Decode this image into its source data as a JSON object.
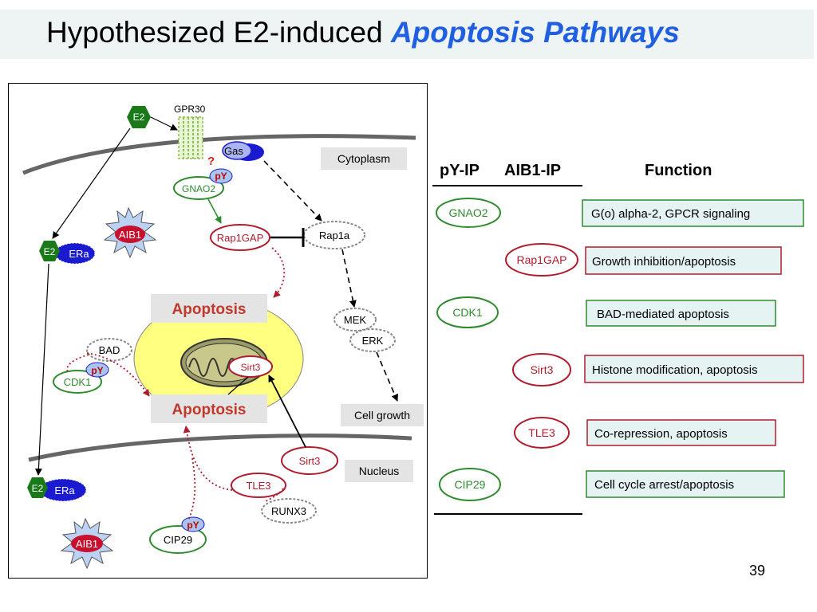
{
  "slide": {
    "title_plain": "Hypothesized E2-induced ",
    "title_emphasis": "Apoptosis Pathways",
    "page_number": "39"
  },
  "diagram": {
    "e2": "E2",
    "gpr30": "GPR30",
    "gas": "Gas",
    "question_mark": "?",
    "py": "pY",
    "gnao2": "GNAO2",
    "rap1gap": "Rap1GAP",
    "rap1a": "Rap1a",
    "aib1": "AIB1",
    "era": "ERa",
    "apoptosis": "Apoptosis",
    "mek": "MEK",
    "erk": "ERK",
    "bad": "BAD",
    "cdk1": "CDK1",
    "sirt3": "Sirt3",
    "cytoplasm": "Cytoplasm",
    "cell_growth": "Cell growth",
    "nucleus": "Nucleus",
    "tle3": "TLE3",
    "runx3": "RUNX3",
    "cip29": "CIP29"
  },
  "table": {
    "col_py_ip": "pY-IP",
    "col_aib1_ip": "AIB1-IP",
    "col_function": "Function",
    "rows": [
      {
        "protein": "GNAO2",
        "group": "pY-IP",
        "function": "G(o) alpha-2, GPCR signaling"
      },
      {
        "protein": "Rap1GAP",
        "group": "AIB1-IP",
        "function": "Growth inhibition/apoptosis"
      },
      {
        "protein": "CDK1",
        "group": "pY-IP",
        "function": "BAD-mediated apoptosis"
      },
      {
        "protein": "Sirt3",
        "group": "AIB1-IP",
        "function": "Histone modification, apoptosis"
      },
      {
        "protein": "TLE3",
        "group": "AIB1-IP",
        "function": "Co-repression, apoptosis"
      },
      {
        "protein": "CIP29",
        "group": "pY-IP",
        "function": "Cell cycle arrest/apoptosis"
      }
    ]
  },
  "colors": {
    "green_node": "#2e8b2e",
    "red_node": "#b01c2e",
    "blue_node": "#1a1ad0",
    "title_accent": "#1f5fe0",
    "apoptosis_text": "#c0392b",
    "gray_label_bg": "#e4e4e4",
    "function_box_bg": "#e6f3f3",
    "nucleus_fill": "#ffff80"
  }
}
